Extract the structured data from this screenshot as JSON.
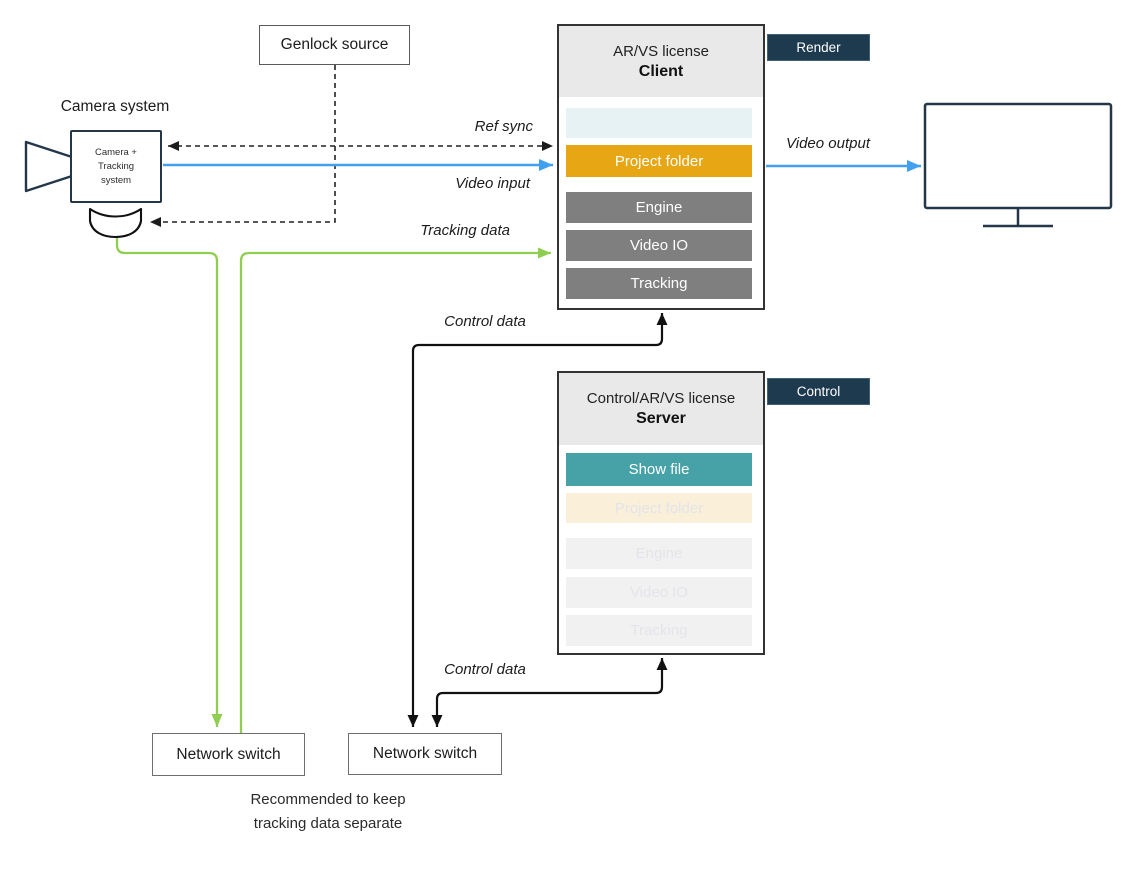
{
  "camera": {
    "title": "Camera system",
    "body_line1": "Camera +",
    "body_line2": "Tracking",
    "body_line3": "system"
  },
  "genlock": {
    "label": "Genlock source"
  },
  "client": {
    "license": "AR/VS license",
    "role": "Client",
    "tag": "Render",
    "bands": [
      {
        "label": "",
        "type": "cyan"
      },
      {
        "label": "Project folder",
        "type": "orange"
      },
      {
        "label": "Engine",
        "type": "gray"
      },
      {
        "label": "Video IO",
        "type": "gray"
      },
      {
        "label": "Tracking",
        "type": "gray"
      }
    ]
  },
  "server": {
    "license": "Control/AR/VS license",
    "role": "Server",
    "tag": "Control",
    "bands": [
      {
        "label": "Show file",
        "type": "teal"
      },
      {
        "label": "Project folder",
        "type": "cream"
      },
      {
        "label": "Engine",
        "type": "pale"
      },
      {
        "label": "Video IO",
        "type": "pale"
      },
      {
        "label": "Tracking",
        "type": "pale"
      }
    ]
  },
  "switches": [
    {
      "label": "Network switch"
    },
    {
      "label": "Network switch"
    }
  ],
  "arrow_labels": {
    "ref_sync": "Ref sync",
    "video_input": "Video input",
    "tracking_data": "Tracking data",
    "control_data_top": "Control data",
    "control_data_bottom": "Control data",
    "video_output": "Video output"
  },
  "note": {
    "line1": "Recommended to keep",
    "line2": "tracking data separate"
  },
  "colors": {
    "video_blue": "#41a0f0",
    "tracking_green": "#90ce52",
    "control_black": "#111111",
    "sync_dashed": "#222222",
    "accent_orange": "#e7a614",
    "accent_teal": "#47a2a7",
    "tag_navy": "#1e3a4f",
    "band_gray": "#7f7f7f",
    "header_gray": "#e9e9e9",
    "outline_navy": "#233748"
  }
}
